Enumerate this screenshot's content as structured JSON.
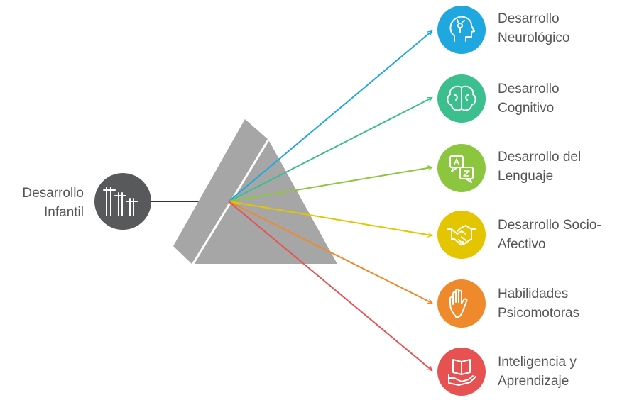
{
  "source": {
    "line1": "Desarrollo",
    "line2": "Infantil",
    "icon": "monitoring-equipment-icon",
    "color": "#58595b"
  },
  "prism": {
    "color": "#a6a6a6",
    "dark_color": "#8c8c8c"
  },
  "beams": [
    {
      "id": "neurologico",
      "line1": "Desarrollo",
      "line2": "Neurológico",
      "icon": "brain-head-icon",
      "color": "#1ea8df"
    },
    {
      "id": "cognitivo",
      "line1": "Desarrollo",
      "line2": "Cognitivo",
      "icon": "brain-icon",
      "color": "#3bbf8f"
    },
    {
      "id": "lenguaje",
      "line1": "Desarrollo del",
      "line2": "Lenguaje",
      "icon": "translation-icon",
      "color": "#8cc63f"
    },
    {
      "id": "socio-afectivo",
      "line1": "Desarrollo Socio-",
      "line2": "Afectivo",
      "icon": "handshake-icon",
      "color": "#e3c500"
    },
    {
      "id": "psicomotoras",
      "line1": "Habilidades",
      "line2": "Psicomotoras",
      "icon": "hand-icon",
      "color": "#ee8a2b"
    },
    {
      "id": "aprendizaje",
      "line1": "Inteligencia y",
      "line2": "Aprendizaje",
      "icon": "book-in-hand-icon",
      "color": "#e65252"
    }
  ]
}
